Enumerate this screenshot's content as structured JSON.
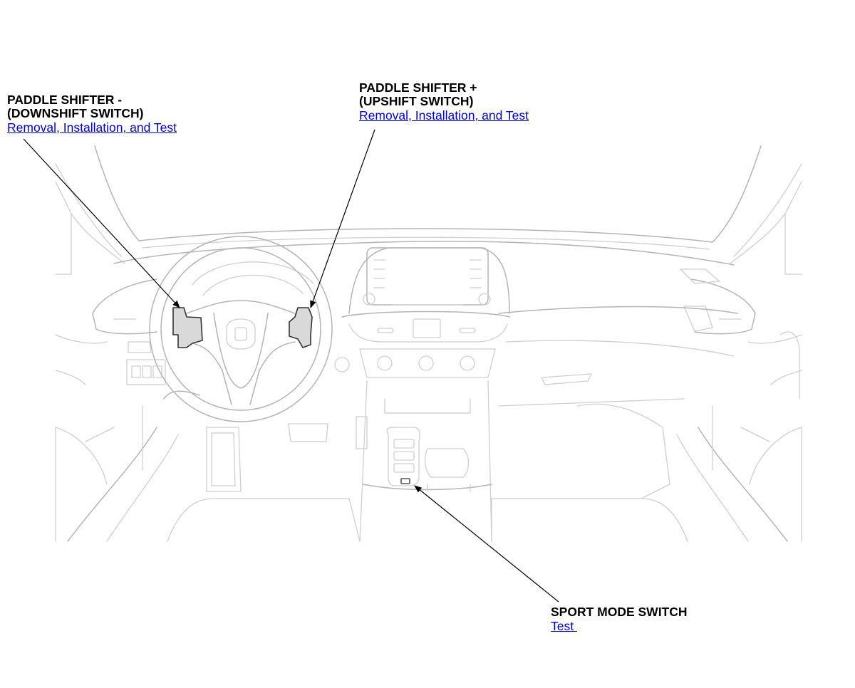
{
  "callouts": {
    "downshift": {
      "title_line1": "PADDLE SHIFTER -",
      "title_line2": "(DOWNSHIFT SWITCH)",
      "link": "Removal, Installation, and Test"
    },
    "upshift": {
      "title_line1": "PADDLE SHIFTER +",
      "title_line2": "(UPSHIFT SWITCH)",
      "link": "Removal, Installation, and Test"
    },
    "sport_mode": {
      "title": "SPORT MODE SWITCH",
      "link": "Test "
    }
  },
  "colors": {
    "link": "#0000ee",
    "line_art": "#cfcfcf",
    "highlight_part": "#d9d9d9"
  }
}
